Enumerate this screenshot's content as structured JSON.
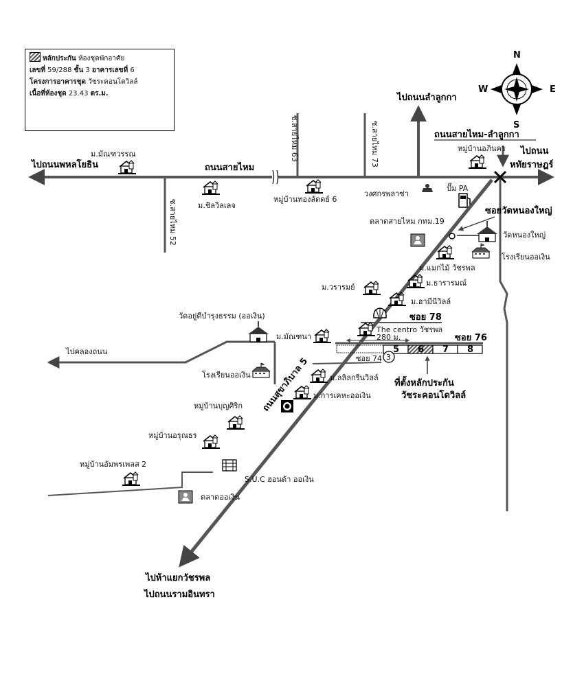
{
  "legend": {
    "title_bold": "หลักประกัน",
    "title_rest": "ห้องชุดพักอาศัย",
    "unit_label": "เลขที่",
    "unit_value": "59/288",
    "floor_label": "ชั้น",
    "floor_value": "3",
    "building_label": "อาคารเลขที่",
    "building_value": "6",
    "project_label": "โครงการอาคารชุด",
    "project_value": "วัชระคอนโดวิลล์",
    "area_label": "เนื้อที่ห้องชุด",
    "area_value": "23.43",
    "area_unit": "ตร.ม."
  },
  "compass": {
    "n": "N",
    "s": "S",
    "e": "E",
    "w": "W"
  },
  "roads": {
    "to_phahonyothin": "ไปถนนพหลโยธิน",
    "sai_mai": "ถนนสายไหม",
    "to_lam_luk_ka": "ไปถนนลำลูกกา",
    "sai_mai_lam_luk_ka": "ถนนสายไหม-ลำลูกกา",
    "to_road": "ไปถนน",
    "hathai_rat": "หทัยราษฎร์",
    "soi_63": "ซ.สายไหม 63",
    "soi_73": "ซ.สายไหม 73",
    "soi_52": "ซ.สายไหม 52",
    "sukhaphiban_5": "ถนนสุขาภิบาล 5",
    "to_khlong_thanon": "ไปคลองถนน",
    "to_watcharaphon": "ไปห้าแยกวัชรพล",
    "to_ram_intra": "ไปถนนรามอินทรา",
    "soi_nong_yai": "ซอยวัดหนองใหญ่",
    "soi_78": "ซอย 78",
    "soi_76": "ซอย 76",
    "soi_74": "ซอย 74",
    "distance": "280 ม."
  },
  "places": {
    "manthawan": "ม.มัณฑวรรณ",
    "silvillage": "ม.ชิลวิลเลจ",
    "thonglad": "หมู่บ้านทองลัดดย์ 6",
    "wongsakorn": "วงศกรพลาซ่า",
    "ainkorn": "หมู่บ้านอภินคร",
    "pump": "ปั๊ม PA",
    "market_sai_mai": "ตลาดสายไหม กทม.19",
    "wat_nong_yai": "วัดหนองใหญ่",
    "school_or_ngoen_1": "โรงเรียนออเงิน",
    "maekmai": "ม.แมกไม้ วัชรพล",
    "waraporn": "ม.วรารมย์",
    "thararom": "ม.ธารารมณ์",
    "hamani": "ม.ฮามีนีวิลล์",
    "wat_yudee": "วัดอยู่ดีบำรุงธรรม (ออเงิน)",
    "mantana": "ม.มัณฑนา",
    "centro": "The centro วัชรพล",
    "school_or_ngoen_2": "โรงเรียนออเงิน",
    "lalil": "ม.ลลิลกรีนวิลล์",
    "karakeha": "ม.การเคหะออเงิน",
    "boonsirik": "หมู่บ้านบุญศิริก",
    "arunthorn": "หมู่บ้านอรุณธร",
    "amporn": "หมู่บ้านอัมพรเพลส 2",
    "suc": "S.U.C ฮอนด้า ออเงิน",
    "market_or_ngoen": "ตลาดออเงิน",
    "collateral": "ที่ตั้งหลักประกัน",
    "collateral_project": "วัชระคอนโดวิลล์"
  },
  "buildings": [
    "5",
    "6",
    "7",
    "8"
  ],
  "circle_marker": "3"
}
